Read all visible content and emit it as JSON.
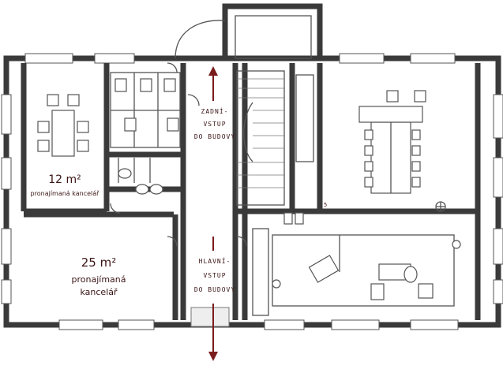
{
  "rooms": {
    "office_small": {
      "area": "12 m²",
      "label": "pronajímaná kancelář"
    },
    "office_large": {
      "area": "25 m²",
      "label_line1": "pronajímaná",
      "label_line2": "kancelář"
    }
  },
  "entrances": {
    "rear": {
      "line1": "ZADNÍ-",
      "line2": "VSTUP",
      "line3": "DO BUDOVY"
    },
    "main": {
      "line1": "HLAVNÍ-",
      "line2": "VSTUP",
      "line3": "DO BUDOVY"
    }
  },
  "marks": {
    "room_number": "5"
  },
  "colors": {
    "wall": "#3a3a3a",
    "label": "#3b1414",
    "arrow": "#7a1c1c"
  }
}
